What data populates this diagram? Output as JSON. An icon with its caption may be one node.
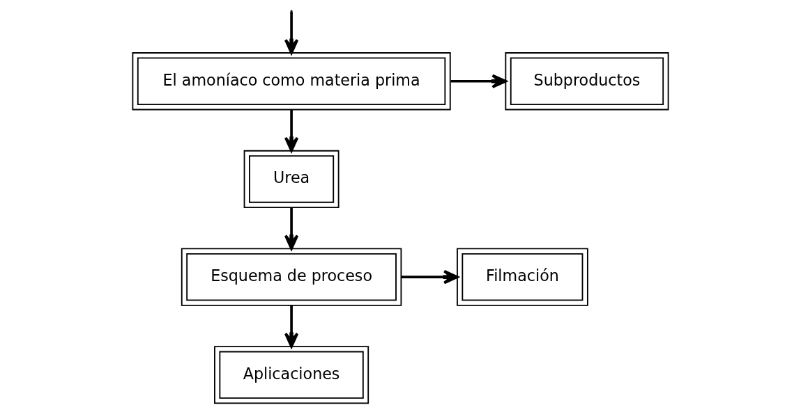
{
  "diagram": {
    "nodes": [
      {
        "text": [
          "El amoníaco como materia prima"
        ]
      },
      {
        "text": [
          "Subproductos"
        ]
      },
      {
        "text": [
          "Urea"
        ]
      },
      {
        "text": [
          "Esquema de proceso"
        ]
      },
      {
        "text": [
          "Filmación"
        ]
      },
      {
        "text": [
          "Aplicaciones"
        ]
      }
    ],
    "edges": [
      {
        "from": null,
        "to": 0,
        "arrow": "to"
      },
      {
        "from": 0,
        "to": 1,
        "arrow": "to"
      },
      {
        "from": 0,
        "to": 2,
        "arrow": "to"
      },
      {
        "from": 2,
        "to": 3,
        "arrow": "to"
      },
      {
        "from": 3,
        "to": 4,
        "arrow": "to"
      },
      {
        "from": 3,
        "to": 5,
        "arrow": "to"
      }
    ]
  }
}
